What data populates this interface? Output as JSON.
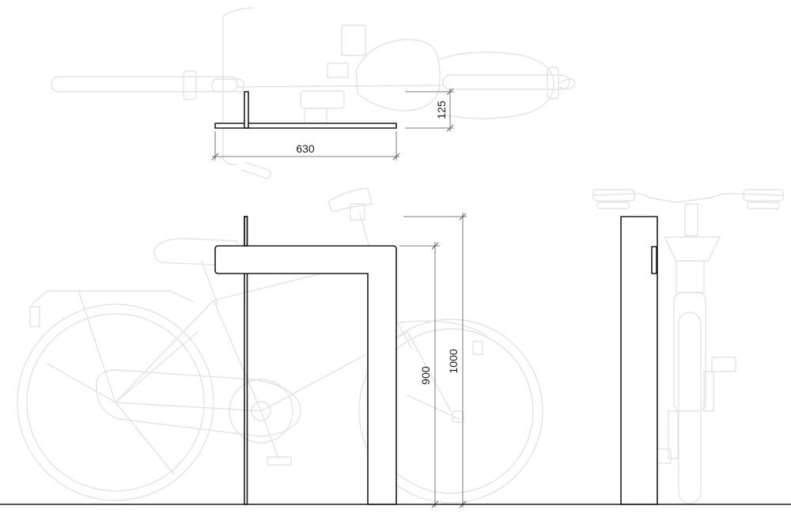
{
  "dimensions": {
    "width_label": "630",
    "depth_label": "125",
    "height_top_label": "1000",
    "height_arm_label": "900"
  },
  "colors": {
    "rack_line": "#1b1b1b",
    "bike_ghost": "#e3e3e3",
    "dimension_line": "#555555",
    "background": "#ffffff"
  }
}
